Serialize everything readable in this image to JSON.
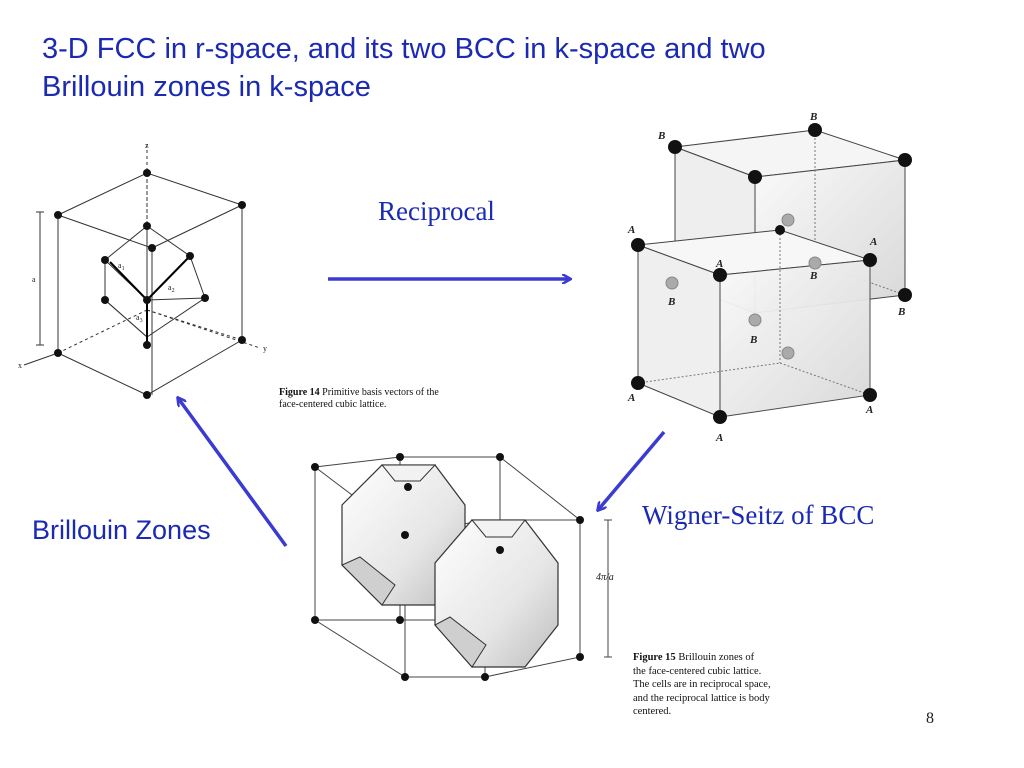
{
  "slide": {
    "title_line1": "3-D FCC in r-space, and its two BCC in k-space and two",
    "title_line2": "Brillouin zones in k-space",
    "page_number": "8"
  },
  "labels": {
    "reciprocal": "Reciprocal",
    "wigner_seitz": "Wigner-Seitz of BCC",
    "brillouin_zones": "Brillouin Zones"
  },
  "figure14": {
    "number": "Figure 14",
    "text_line1": "Primitive basis vectors of the",
    "text_line2": "face-centered cubic lattice.",
    "axis_z": "z",
    "axis_y": "y",
    "axis_x": "x",
    "dim_a": "a",
    "vec_a1": "a",
    "vec_a2": "a",
    "vec_a3": "a",
    "sub1": "1",
    "sub2": "2",
    "sub3": "3"
  },
  "figure15": {
    "number": "Figure 15",
    "text_line1_end": "Brillouin zones of",
    "text_line2": "the face-centered cubic lattice.",
    "text_line3": "The cells are in reciprocal space,",
    "text_line4": "and the reciprocal lattice is body",
    "text_line5": "centered.",
    "dim": "4π/a"
  },
  "bcc": {
    "label_a": "A",
    "label_b": "B"
  },
  "colors": {
    "title_blue": "#1a2ab3",
    "arrow_blue": "#3b3bd1"
  }
}
